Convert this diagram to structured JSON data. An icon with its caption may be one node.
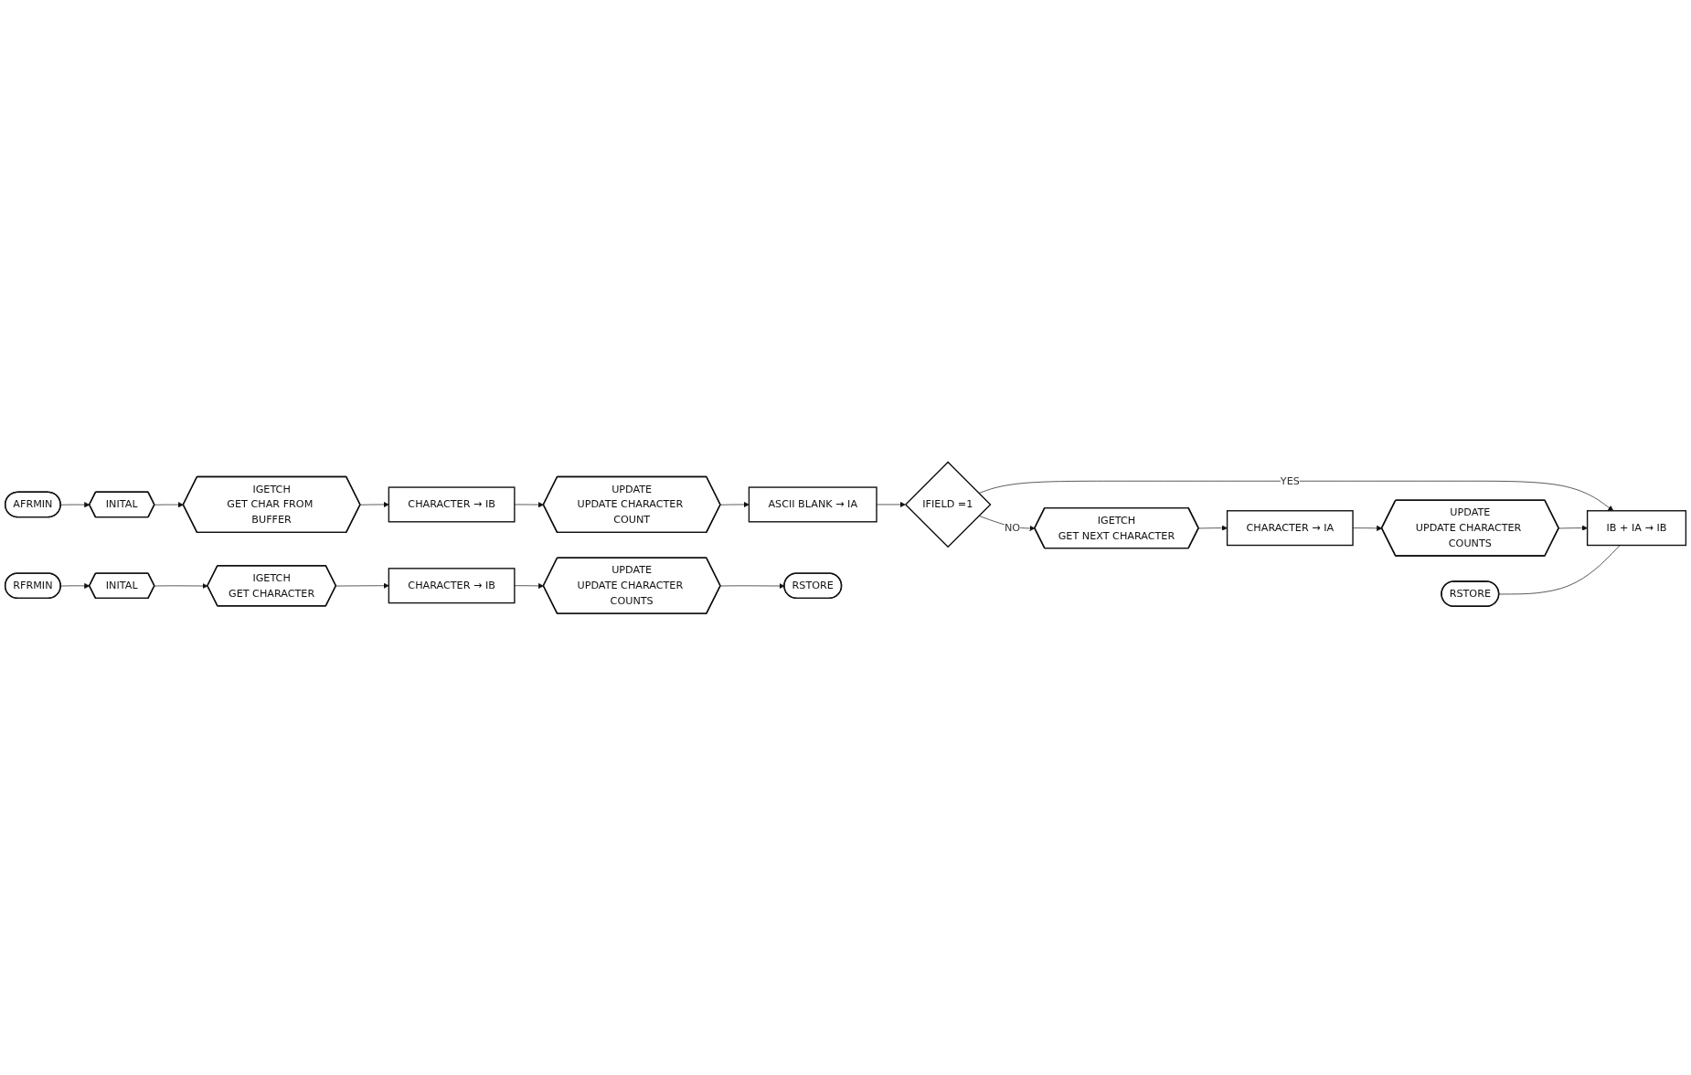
{
  "diagram": {
    "nodes": [
      {
        "text": [
          "AFRMIN"
        ]
      },
      {
        "text": [
          "INITAL"
        ]
      },
      {
        "text": [
          "IGETCH",
          "GET CHAR FROM BUFFER"
        ]
      },
      {
        "text": [
          "CHARACTER → IB"
        ]
      },
      {
        "text": [
          "UPDATE",
          "UPDATE CHARACTER COUNT"
        ]
      },
      {
        "text": [
          "ASCII BLANK → IA"
        ]
      },
      {
        "text": [
          "IFIELD =1"
        ]
      },
      {
        "text": [
          "RSTORE"
        ]
      },
      {
        "text": [
          "IGETCH",
          "GET NEXT CHARACTER"
        ]
      },
      {
        "text": [
          "CHARACTER → IA"
        ]
      },
      {
        "text": [
          "UPDATE",
          "UPDATE CHARACTER COUNTS"
        ]
      },
      {
        "text": [
          "IB + IA → IB"
        ]
      },
      {
        "text": [
          "RFRMIN"
        ]
      },
      {
        "text": [
          "INITAL"
        ]
      },
      {
        "text": [
          "IGETCH",
          "GET CHARACTER"
        ]
      },
      {
        "text": [
          "CHARACTER → IB"
        ]
      },
      {
        "text": [
          "UPDATE",
          "UPDATE CHARACTER COUNTS"
        ]
      },
      {
        "text": [
          "RSTORE"
        ]
      }
    ],
    "edges": [
      {
        "from": 0,
        "to": 1,
        "arrow": "to"
      },
      {
        "from": 1,
        "to": 2,
        "arrow": "to"
      },
      {
        "from": 2,
        "to": 3,
        "arrow": "to"
      },
      {
        "from": 3,
        "to": 4,
        "arrow": "to"
      },
      {
        "from": 4,
        "to": 5,
        "arrow": "to"
      },
      {
        "from": 5,
        "to": 6,
        "arrow": "to"
      },
      {
        "from": 6,
        "to": 8,
        "arrow": "to",
        "label": "NO"
      },
      {
        "from": 6,
        "to": 11,
        "arrow": "to",
        "label": "YES"
      },
      {
        "from": 8,
        "to": 9,
        "arrow": "to"
      },
      {
        "from": 9,
        "to": 10,
        "arrow": "to"
      },
      {
        "from": 10,
        "to": 11,
        "arrow": "to"
      },
      {
        "from": 7,
        "to": 11,
        "arrow": "none"
      },
      {
        "from": 12,
        "to": 13,
        "arrow": "to"
      },
      {
        "from": 13,
        "to": 14,
        "arrow": "to"
      },
      {
        "from": 14,
        "to": 15,
        "arrow": "to"
      },
      {
        "from": 15,
        "to": 16,
        "arrow": "to"
      },
      {
        "from": 16,
        "to": 17,
        "arrow": "to"
      }
    ]
  }
}
